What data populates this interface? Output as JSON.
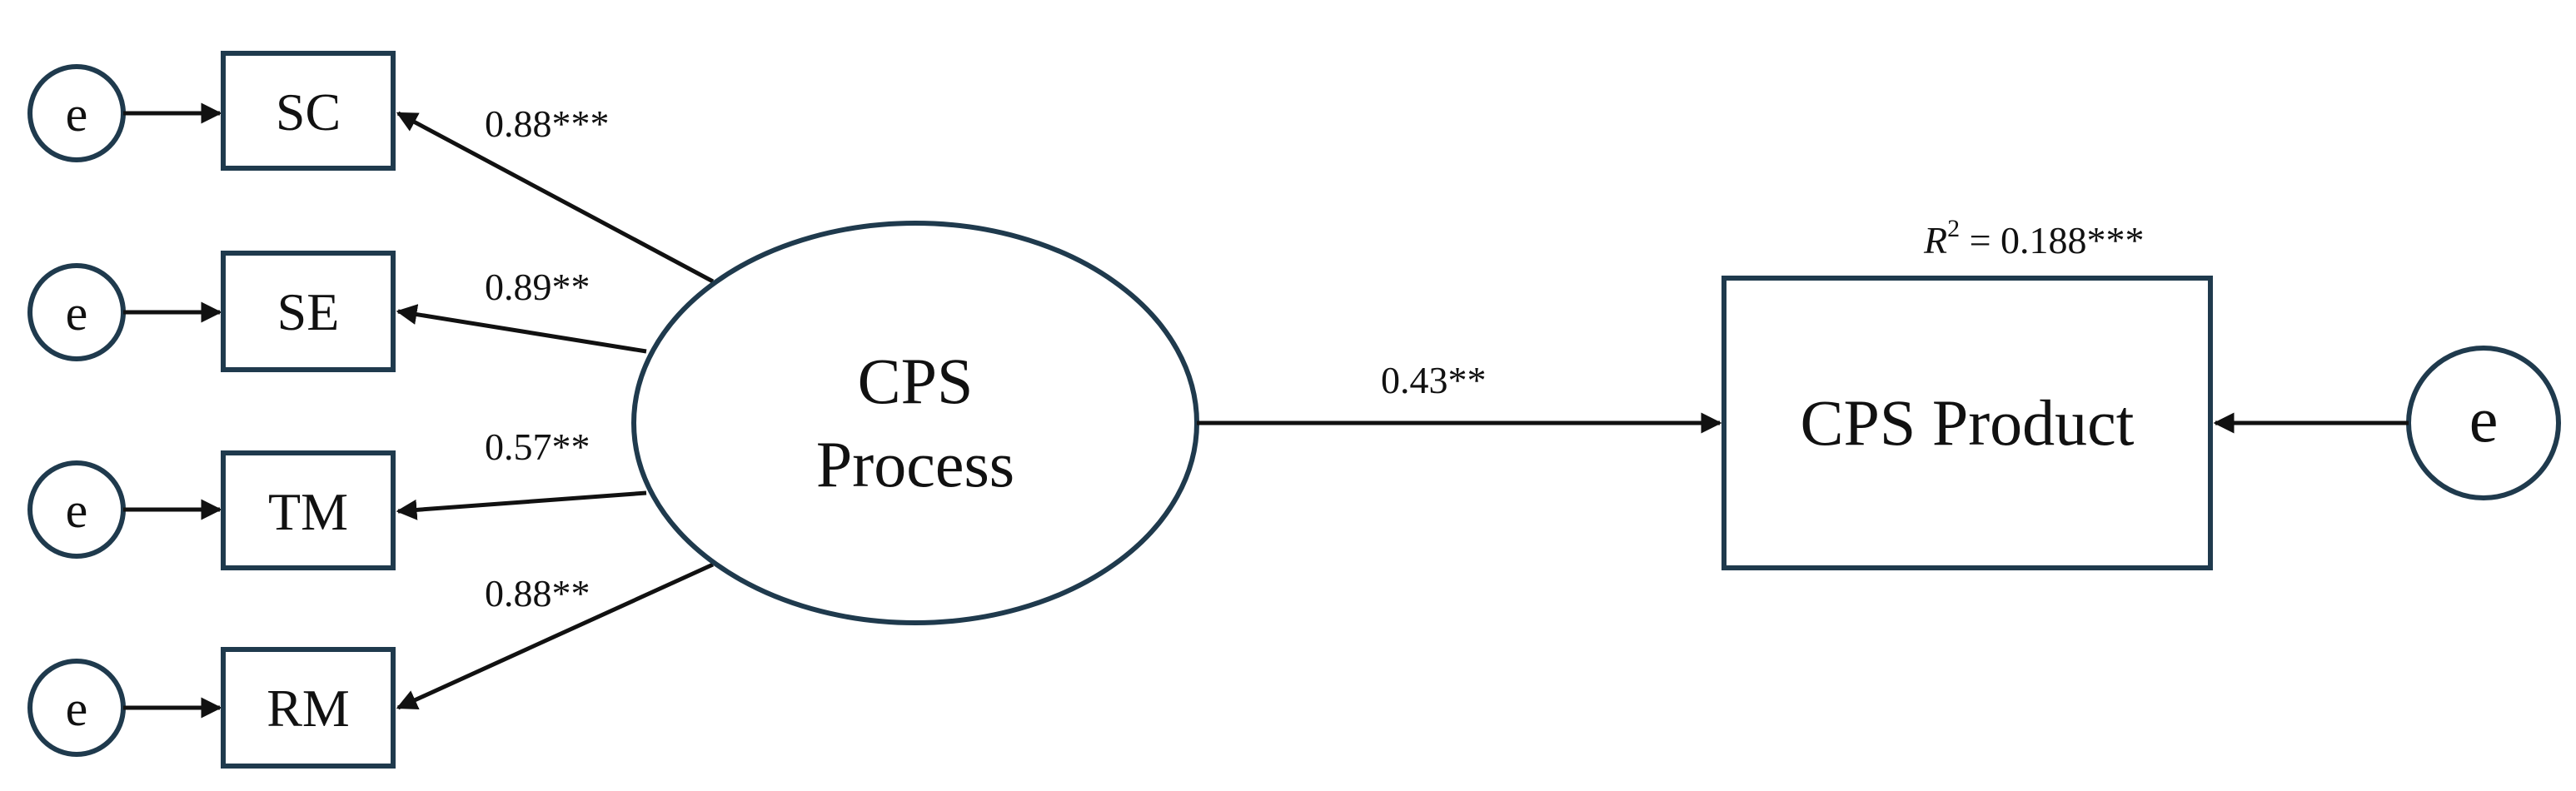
{
  "diagram": {
    "latent": {
      "line1": "CPS",
      "line2": "Process"
    },
    "outcome": {
      "label": "CPS Product"
    },
    "r_squared": {
      "symbol": "R",
      "superscript": "2",
      "value": " = 0.188***"
    },
    "indicators": [
      {
        "label": "SC",
        "error": "e",
        "loading": "0.88***"
      },
      {
        "label": "SE",
        "error": "e",
        "loading": "0.89**"
      },
      {
        "label": "TM",
        "error": "e",
        "loading": "0.57**"
      },
      {
        "label": "RM",
        "error": "e",
        "loading": "0.88**"
      }
    ],
    "path_coefficient": "0.43**",
    "outcome_error": "e",
    "colors": {
      "shape_stroke": "#1f3a4d",
      "arrow": "#111111"
    }
  }
}
